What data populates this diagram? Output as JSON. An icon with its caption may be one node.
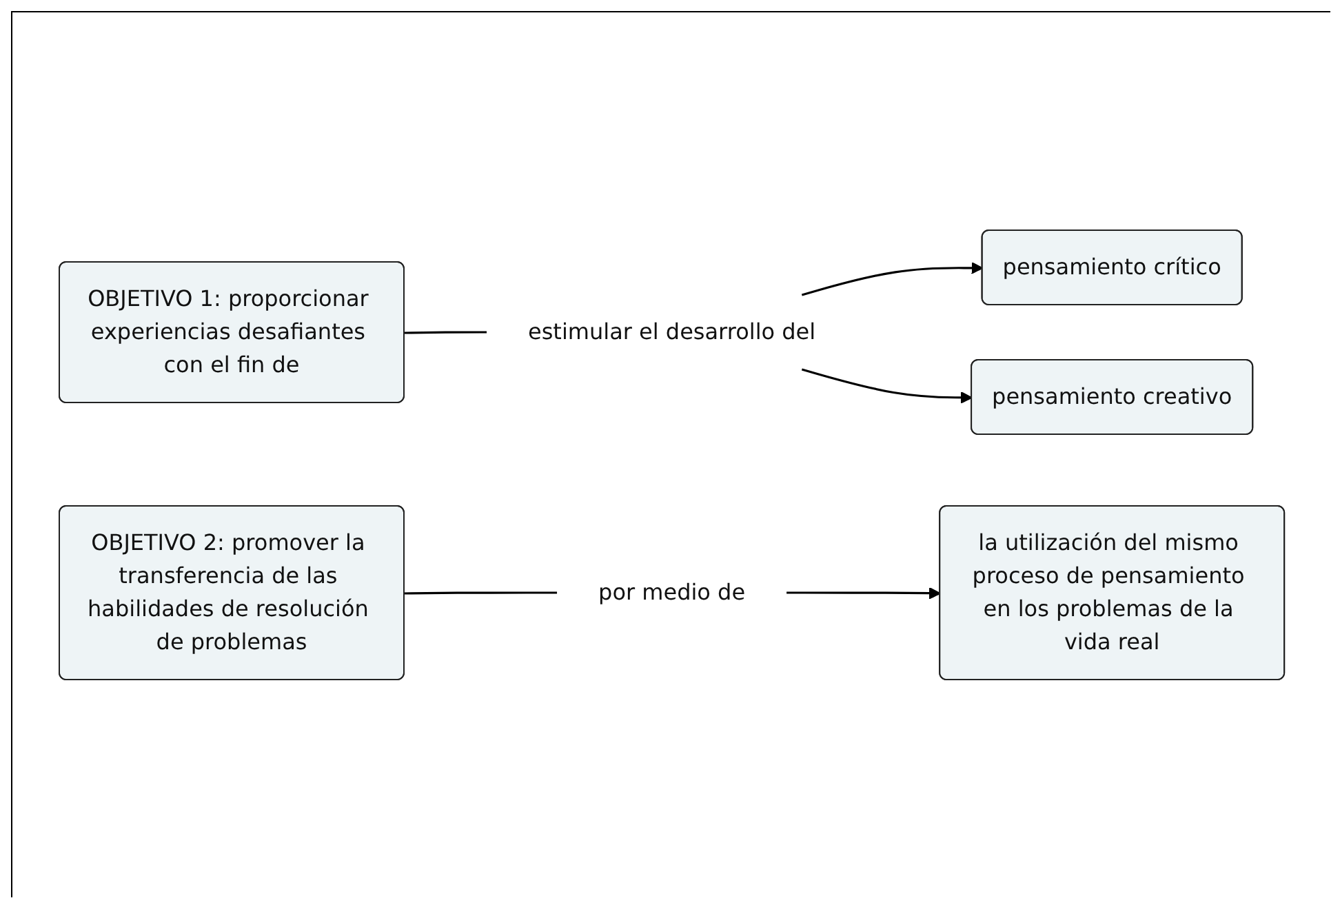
{
  "diagram": {
    "nodes": [
      {
        "text": [
          "OBJETIVO 1: proporcionar experiencias desafiantes con el fin de"
        ]
      },
      {
        "text": [
          "estimular el desarrollo del"
        ]
      },
      {
        "text": [
          "pensamiento crítico"
        ]
      },
      {
        "text": [
          "pensamiento creativo"
        ]
      },
      {
        "text": [
          "OBJETIVO 2: promover la transferencia de las habilidades de resolución de problemas"
        ]
      },
      {
        "text": [
          "por medio de"
        ]
      },
      {
        "text": [
          "la utilización del mismo proceso de pensamiento en los problemas de la vida real"
        ]
      }
    ],
    "edges": [
      {
        "from": 0,
        "to": 1,
        "arrow": "none"
      },
      {
        "from": 1,
        "to": 2,
        "arrow": "to"
      },
      {
        "from": 1,
        "to": 3,
        "arrow": "to"
      },
      {
        "from": 4,
        "to": 5,
        "arrow": "none"
      },
      {
        "from": 5,
        "to": 6,
        "arrow": "to"
      }
    ]
  }
}
